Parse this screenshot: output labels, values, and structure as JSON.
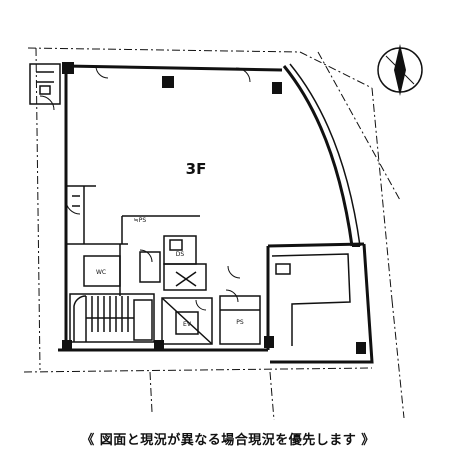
{
  "plan": {
    "floor_label": "3F",
    "room_labels": [
      "WC",
      "EV",
      "PS",
      "DS"
    ],
    "area_note": "≒PS",
    "compass": {
      "north_symbol": "N",
      "direction": "up"
    }
  },
  "footer": {
    "notice": "《 図面と現況が異なる場合現況を優先します 》"
  },
  "colors": {
    "ink": "#111111",
    "background": "#ffffff"
  }
}
